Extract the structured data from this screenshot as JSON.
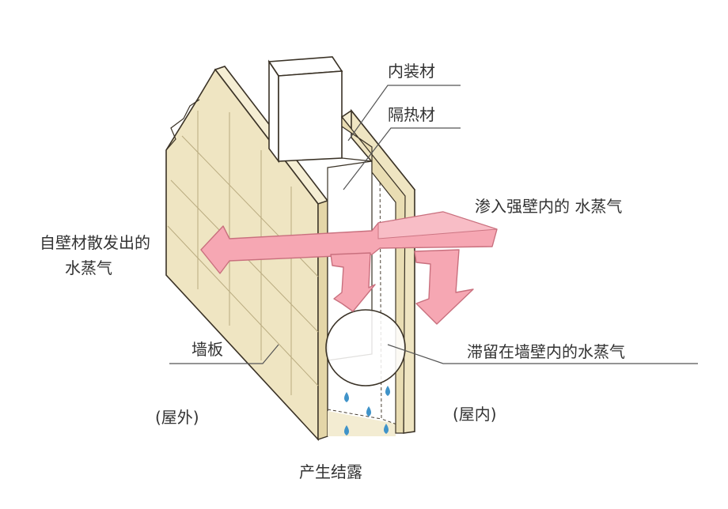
{
  "labels": {
    "interior_material": "内装材",
    "insulation": "隔热材",
    "vapor_in": "渗入强壁内的 水蒸气",
    "vapor_out_line1": "自壁材散发出的",
    "vapor_out_line2": "水蒸气",
    "wall_board": "墙板",
    "vapor_trapped": "滞留在墙壁内的水蒸气",
    "outside": "(屋外)",
    "inside": "(屋内)",
    "condensation": "产生结露"
  },
  "colors": {
    "wall_fill": "#efe5c2",
    "wall_side": "#e4d6a8",
    "wall_stroke": "#3a3226",
    "arrow_fill": "#f6a7b3",
    "arrow_stroke": "#c9707e",
    "droplet": "#3f93c9",
    "leader": "#555555"
  }
}
